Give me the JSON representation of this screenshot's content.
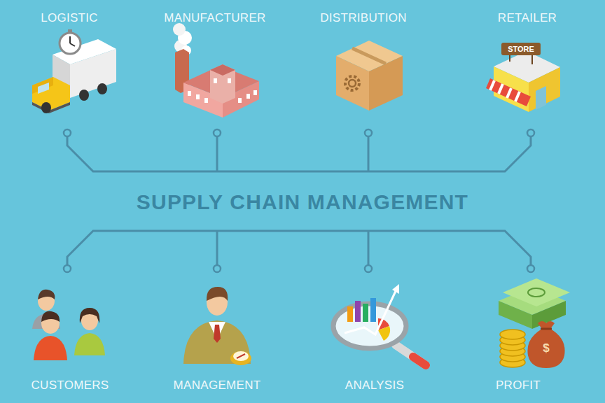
{
  "diagram": {
    "title": "SUPPLY CHAIN MANAGEMENT",
    "nodes": [
      {
        "text": [
          "LOGISTIC"
        ]
      },
      {
        "text": [
          "MANUFACTURER"
        ]
      },
      {
        "text": [
          "DISTRIBUTION"
        ]
      },
      {
        "text": [
          "RETAILER"
        ]
      },
      {
        "text": [
          "CUSTOMERS"
        ]
      },
      {
        "text": [
          "MANAGEMENT"
        ]
      },
      {
        "text": [
          "ANALYSIS"
        ]
      },
      {
        "text": [
          "PROFIT"
        ]
      }
    ],
    "labels": [
      "STORE",
      "$"
    ]
  }
}
